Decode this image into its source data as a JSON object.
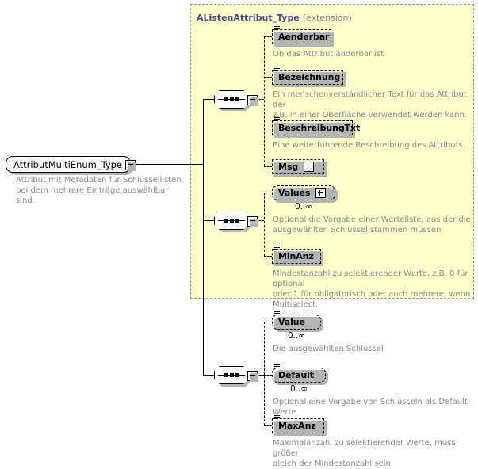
{
  "diagram": {
    "type": "xsd-schema-diagram",
    "root": {
      "name": "AttributMultiEnum_Type",
      "annotation": "Attribut mit Metadaten für Schlüssellisten, bei dem mehrere Einträge auswählbar sind.",
      "collapse_icon": "minus-box-icon"
    },
    "extension": {
      "base_type": "AListenAttribut_Type",
      "kind": "(extension)",
      "background_color": "#ffffcc",
      "border_color": "#999999"
    },
    "groups": [
      {
        "id": "group-extension-upper",
        "compositor": "sequence",
        "compositor_icon": "sequence-octagon-icon",
        "collapse_icon": "minus-box-icon",
        "elements": [
          {
            "name": "Aenderbar",
            "occurrence": "optional",
            "repeating": false,
            "icon": "simple-type-icon",
            "expander": null,
            "cardinality": "",
            "annotation": "Ob das Attribut änderbar ist"
          },
          {
            "name": "Bezeichnung",
            "occurrence": "optional",
            "repeating": false,
            "icon": "simple-type-icon",
            "expander": null,
            "cardinality": "",
            "annotation": "Ein menschenverständlicher Text für das Attribut, der\nz.B. in einer Oberfläche verwendet werden kann."
          },
          {
            "name": "BeschreibungTxt",
            "occurrence": "optional",
            "repeating": false,
            "icon": "simple-type-icon",
            "expander": null,
            "cardinality": "",
            "annotation": "Eine weiterführende Beschreibung des Attributs."
          },
          {
            "name": "Msg",
            "occurrence": "optional",
            "repeating": false,
            "icon": null,
            "expander": "plus-box-icon",
            "cardinality": "",
            "annotation": ""
          }
        ]
      },
      {
        "id": "group-extension-lower",
        "compositor": "sequence",
        "compositor_icon": "sequence-octagon-icon",
        "collapse_icon": "minus-box-icon",
        "elements": [
          {
            "name": "Values",
            "occurrence": "optional",
            "repeating": true,
            "icon": null,
            "expander": "plus-box-icon",
            "cardinality": "0..∞",
            "annotation": "Optional die Vorgabe einer Werteliste, aus der die\nausgewählten Schlüssel stammen müssen"
          },
          {
            "name": "MinAnz",
            "occurrence": "optional",
            "repeating": false,
            "icon": "simple-type-icon",
            "expander": null,
            "cardinality": "",
            "annotation": "Mindestanzahl zu selektierender Werte, z.B. 0 für optional\noder 1 für obligatorisch oder auch mehrere, wenn\nMultiselect."
          }
        ]
      },
      {
        "id": "group-own",
        "compositor": "sequence",
        "compositor_icon": "sequence-octagon-icon",
        "collapse_icon": "minus-box-icon",
        "elements": [
          {
            "name": "Value",
            "occurrence": "optional",
            "repeating": true,
            "icon": "simple-type-icon",
            "expander": null,
            "cardinality": "0..∞",
            "annotation": "Die ausgewählten Schlüssel"
          },
          {
            "name": "Default",
            "occurrence": "optional",
            "repeating": true,
            "icon": "simple-type-icon",
            "expander": null,
            "cardinality": "0..∞",
            "annotation": "Optional eine Vorgabe von Schlüsseln als Default-Werte"
          },
          {
            "name": "MaxAnz",
            "occurrence": "optional",
            "repeating": false,
            "icon": "simple-type-icon",
            "expander": null,
            "cardinality": "",
            "annotation": "Maximalanzahl zu selektierender Werte, muss größer\ngleich der Mindestanzahl sein."
          }
        ]
      }
    ]
  }
}
